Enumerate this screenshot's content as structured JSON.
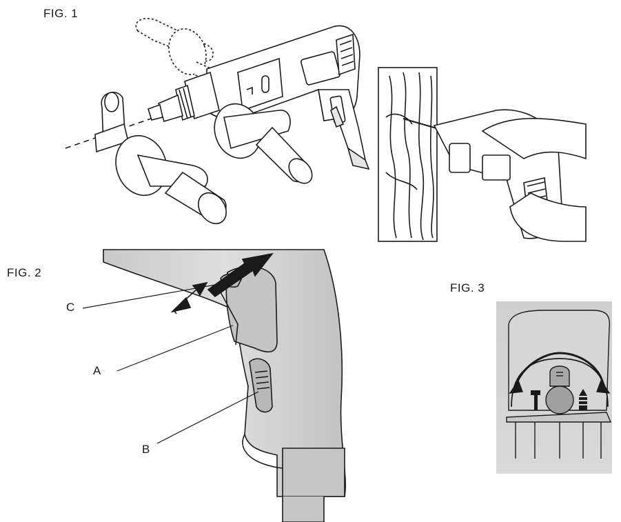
{
  "figures": {
    "fig1": {
      "label": "FIG. 1"
    },
    "fig2": {
      "label": "FIG. 2"
    },
    "fig3": {
      "label": "FIG. 3"
    }
  },
  "callouts": {
    "a": "A",
    "b": "B",
    "c": "C"
  },
  "colors": {
    "line": "#1a1a1a",
    "body_gray": "#d4d4d4",
    "dark_gray": "#a9a9a9",
    "light_gray": "#e6e6e6",
    "wood": "#ffffff"
  },
  "icons": {
    "hammer_mode": "hammer-icon",
    "drill_mode": "drill-bit-icon",
    "selector_arrow": "double-arrow-icon"
  }
}
